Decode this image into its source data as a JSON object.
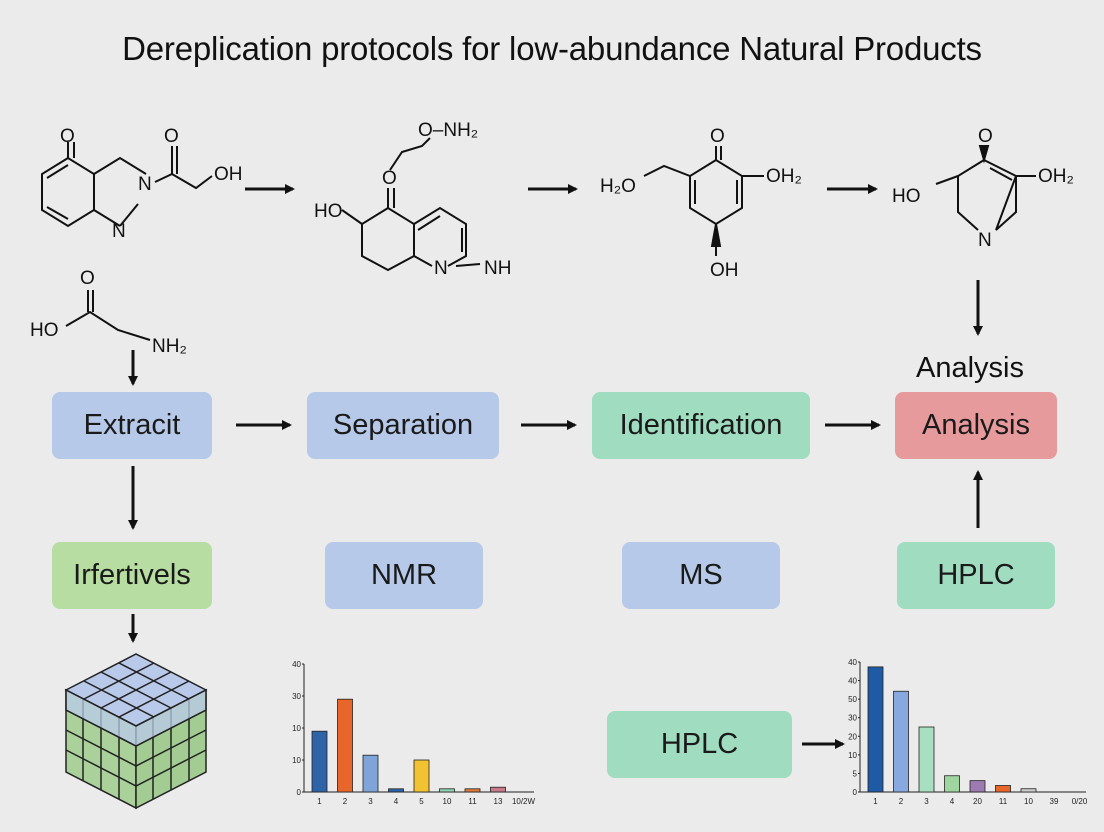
{
  "title": "Dereplication protocols for low-abundance Natural Products",
  "molecules": {
    "m1": {
      "o1": "O",
      "o2": "O",
      "n1": "N",
      "n2": "N",
      "oh": "OH"
    },
    "m2": {
      "onh2": "O–NH₂",
      "o": "O",
      "ho": "HO",
      "n": "N",
      "nh": "NH"
    },
    "m3": {
      "h2o": "H₂O",
      "o": "O",
      "oh2": "OH₂",
      "oh": "OH"
    },
    "m4": {
      "o": "O",
      "ho": "HO",
      "oh2": "OH₂",
      "n": "N"
    },
    "m5": {
      "o": "O",
      "ho": "HO",
      "nh2": "NH₂"
    }
  },
  "flow": {
    "extract": "Extracit",
    "separation": "Separation",
    "identification": "Identification",
    "analysis": "Analysis",
    "analysis_label": "Analysis"
  },
  "methods": {
    "inferrtivels": "Irfertivels",
    "nmr": "NMR",
    "ms": "MS",
    "hplc": "HPLC",
    "hplc2": "HPLC"
  },
  "colors": {
    "blue_box": "#b7c9e9",
    "green_box": "#9fdcc0",
    "light_green_box": "#b7dda2",
    "red_box": "#e69a9c"
  },
  "chart_data": [
    {
      "type": "bar",
      "categories": [
        "1",
        "2",
        "3",
        "4",
        "5",
        "10",
        "11",
        "13",
        "10/2W"
      ],
      "values": [
        19,
        29,
        11.5,
        1,
        10,
        1,
        1,
        1.5,
        0
      ],
      "colors": [
        "#2f63a8",
        "#e8662a",
        "#7fa5d8",
        "#2f63a8",
        "#f1c232",
        "#8fd3b2",
        "#e07a3a",
        "#c77a8a",
        "#999999"
      ],
      "yticks": [
        "0",
        "10",
        "10",
        "30",
        "40"
      ],
      "ylim": [
        0,
        40
      ]
    },
    {
      "type": "bar",
      "categories": [
        "1",
        "2",
        "3",
        "4",
        "20",
        "11",
        "10",
        "39",
        "0/20"
      ],
      "values": [
        38.5,
        31,
        20,
        5,
        3.5,
        2,
        1,
        0,
        0
      ],
      "colors": [
        "#1f5aa5",
        "#88a8e0",
        "#a8dfc0",
        "#9fd6a0",
        "#9b7bb0",
        "#e8662a",
        "#cccccc",
        "#cccccc",
        "#cccccc"
      ],
      "yticks": [
        "0",
        "5",
        "10",
        "20",
        "30",
        "50",
        "40",
        "40"
      ],
      "ylim": [
        0,
        40
      ]
    }
  ]
}
